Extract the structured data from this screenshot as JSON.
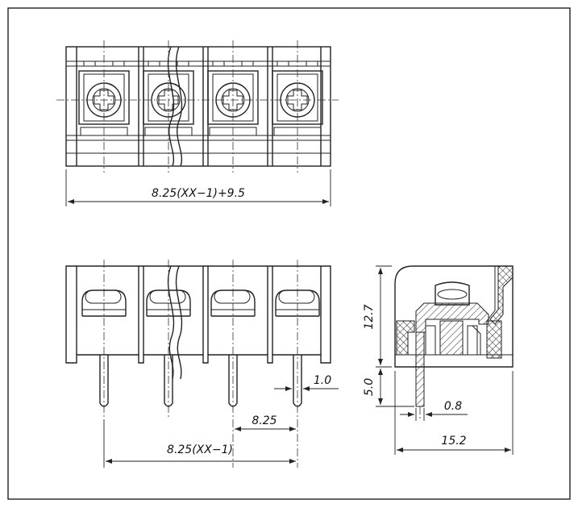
{
  "dimensions": {
    "top_width": "8.25(XX−1)+9.5",
    "pitch": "8.25",
    "span": "8.25(XX−1)",
    "pin_diameter": "1.0",
    "height": "12.7",
    "pin_length": "5.0",
    "pin_thickness": "0.8",
    "depth": "15.2"
  }
}
